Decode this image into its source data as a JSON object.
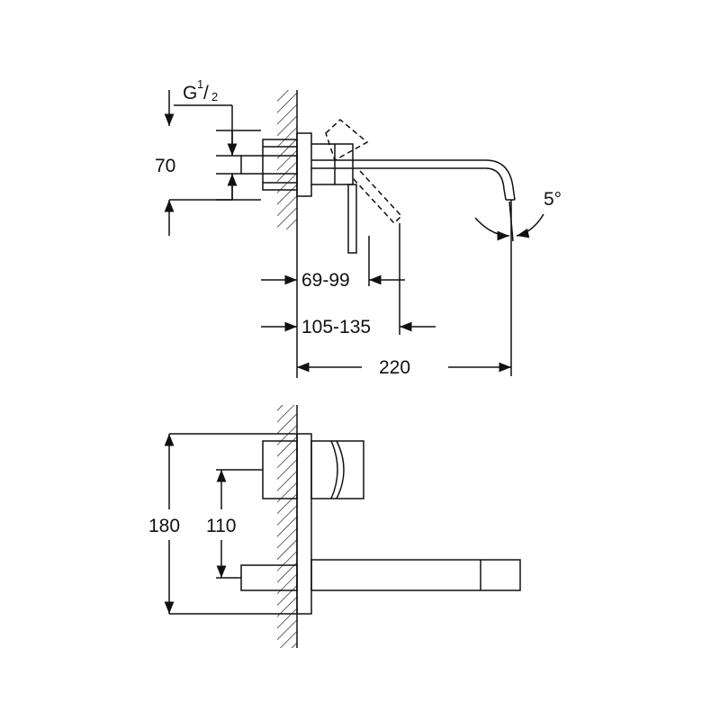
{
  "side_view": {
    "thread_label": "G",
    "thread_fraction_num": "1",
    "thread_fraction_den": "2",
    "dim_70": "70",
    "dim_69_99": "69-99",
    "dim_105_135": "105-135",
    "dim_220": "220",
    "angle_5": "5°"
  },
  "front_view": {
    "dim_180": "180",
    "dim_110": "110"
  },
  "colors": {
    "line": "#111111",
    "background": "#ffffff"
  }
}
